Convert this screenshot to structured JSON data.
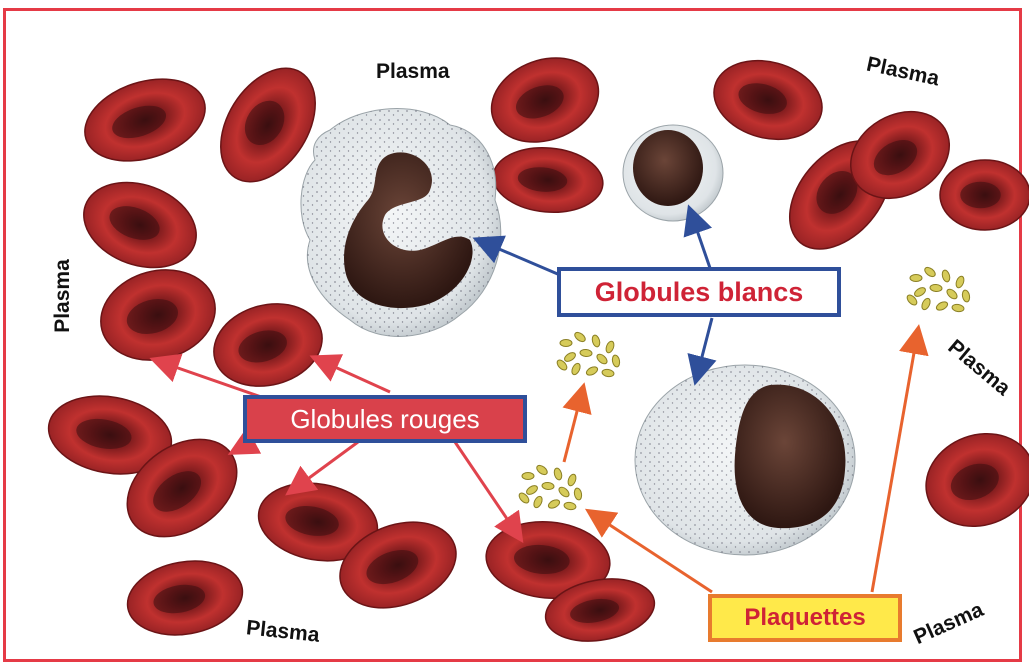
{
  "labels": {
    "globules_blancs": "Globules blancs",
    "globules_rouges": "Globules rouges",
    "plaquettes": "Plaquettes",
    "plasma": [
      "Plasma",
      "Plasma",
      "Plasma",
      "Plasma",
      "Plasma",
      "Plasma"
    ]
  },
  "colors": {
    "frame_border": "#e53a46",
    "blancs_border": "#2f4f9a",
    "blancs_text": "#cf2336",
    "rouges_fill": "#d9414b",
    "rouges_text": "#ffffff",
    "plaquettes_border": "#e87b2e",
    "plaquettes_fill": "#ffe94a",
    "plaquettes_text": "#cf2336",
    "red_cell": "#b8262b",
    "white_cell": "#e8ecef",
    "nucleus": "#4a2a22",
    "platelet": "#c7bb4c"
  }
}
